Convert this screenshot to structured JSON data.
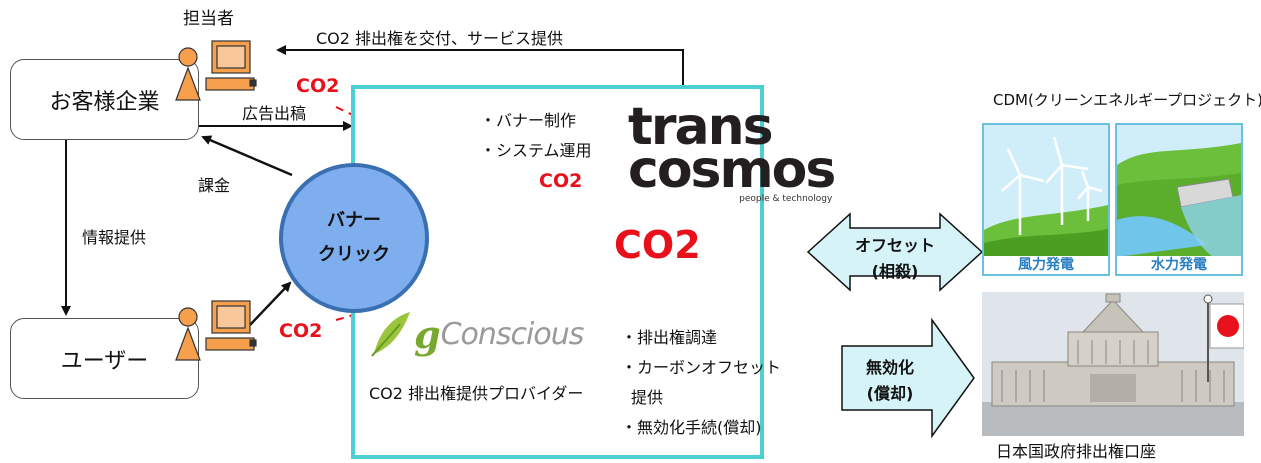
{
  "nodes": {
    "customer": "お客様企業",
    "user": "ユーザー",
    "person": "担当者",
    "banner_line1": "バナー",
    "banner_line2": "クリック"
  },
  "arrows": {
    "co2_issue": "CO2 排出権を交付、サービス提供",
    "ad_placement": "広告出稿",
    "billing": "課金",
    "info": "情報提供"
  },
  "co2_labels": {
    "top_left": "CO2",
    "bottom_left": "CO2",
    "center_small": "CO2",
    "center_big": "CO2"
  },
  "transcosmos": {
    "logo_line1": "trans",
    "logo_line2": "cosmos",
    "tagline": "people & technology",
    "services": [
      "・バナー制作",
      "・システム運用"
    ]
  },
  "gconscious": {
    "logo_g": "g",
    "logo_text": "Conscious",
    "caption": "CO2 排出権提供プロバイダー",
    "services": [
      "・排出権調達",
      "・カーボンオフセット",
      "提供",
      "・無効化手続(償却)"
    ]
  },
  "offset_arrow": {
    "line1": "オフセット",
    "line2": "(相殺)"
  },
  "void_arrow": {
    "line1": "無効化",
    "line2": "(償却)"
  },
  "cdm": {
    "title": "CDM(クリーンエネルギープロジェクト)",
    "wind": "風力発電",
    "hydro": "水力発電"
  },
  "government": {
    "caption": "日本国政府排出権口座"
  },
  "colors": {
    "provider_border": "#4ccfd0",
    "co2_red": "#e8101a",
    "banner_blue": "#7faeef",
    "arrow_fill": "#d6f3f7",
    "person_orange": "#f6a04d"
  }
}
